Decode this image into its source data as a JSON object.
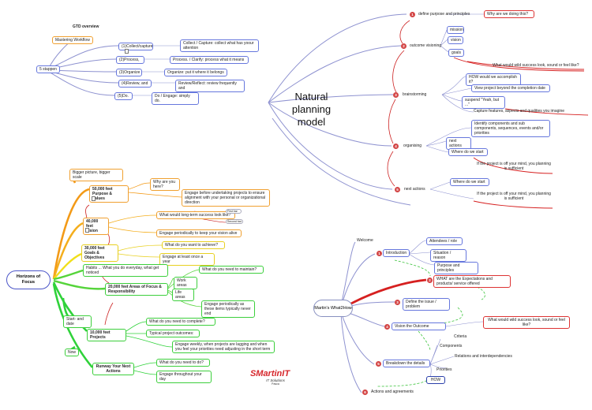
{
  "gtd": {
    "title": "GTD overview",
    "workflow": "Mastering Workflow",
    "center": "5 stappen",
    "steps": [
      "(1)Collect/capture",
      "(2)Process,",
      "(3)Organize",
      "(4)Review, and",
      "(5)Do."
    ],
    "descs": [
      "Collect / Capture: collect what has yoour attention",
      "Process. / Clarify:  process what it means",
      "Organize: put it where it belongs",
      "Review/Reflect: review frequently and",
      "Do / Engage: simply do."
    ]
  },
  "npm": {
    "title": "Natural planning model",
    "items": [
      "define purpose and principles",
      "outcome visioning",
      "brainstorming",
      "organising",
      "next actions"
    ],
    "why": "Why are we doing this?",
    "vision_subs": [
      "mission",
      "vision",
      "goals"
    ],
    "vision_q": "What would wild success look,  sound or feel like?",
    "brain_subs": [
      "HOW would we accomplish it?",
      "View project beyond the  completion date",
      "suspend \"Yeah, but ...\"",
      "Capture features, aspects and  qualities you imagine"
    ],
    "org_subs": [
      "Identify components and sub  components, sequences, events  and/or priorities",
      "next actions",
      "Where do we start",
      "If the project is off your mind, you  planning is sufficient"
    ],
    "next_subs": [
      "Where do we start",
      "If the project is off your mind, you  planning is sufficient"
    ]
  },
  "hof": {
    "center": "Horizons of Focus",
    "bigger": "Bigger picture, bigger scale",
    "l50": "50,000 feet Purpose & Values",
    "why_here": "Why are you here?",
    "engage_before": "Engage before undertaking projects to ensure alignment with your personal or organizational direction",
    "l40": "40,000 feet Vision",
    "long_term": "What would long-term success look like?",
    "first_bar": "First bar",
    "second_bar": "Second bar",
    "engage_periodic": "Engage periodically to keep your vision alive",
    "l30": "30,000 feet Goals & Objectives",
    "want_achieve": "What do you want to achieve?",
    "engage_year": "Engage at least once a year",
    "habits": "Habits ... What you do everyday, what get noticed",
    "maintain": "What do you need to maintain?",
    "work_areas": "Work areas",
    "l20": "20,000 feet Areas of Focus & Responsibility",
    "life_areas": "Life areas",
    "engage_items": "Engage periodically as these items typically never end",
    "start_date": "Start- and date",
    "complete": "What do you need to complete?",
    "l10": "10,000 feet Projects",
    "typical": "Typical project outcomes:",
    "engage_weekly": "Engage weekly, when projects are lagging and when you feel your priorities need adjusting in the short term",
    "now": "Now",
    "todo": "What do you need to do?",
    "runway": "Runway Your Next Actions",
    "engage_day": "Engage throughout your day"
  },
  "logo": {
    "brand": "SMartinIT",
    "sub": "IT Solutions",
    "tiny": "Pasca"
  },
  "mwh": {
    "center": "Martin's What2How",
    "welcome": "Welcome",
    "items": [
      "Introduction",
      "WHAT are the Expectations and products/ service offered",
      "Define the issue / problem",
      "Vision the Outcome",
      "Breakdown the details",
      "Actions and agreements"
    ],
    "intro_subs": [
      "Attendees / role",
      "Situation / reason",
      "Purpose and principles"
    ],
    "vision_q": "What would wild success look, sound or feel like?",
    "criteria": "Criteria",
    "components": "Components",
    "relations": "Relations and interdependencies",
    "priorities": "Priorities",
    "how": "HOW"
  }
}
